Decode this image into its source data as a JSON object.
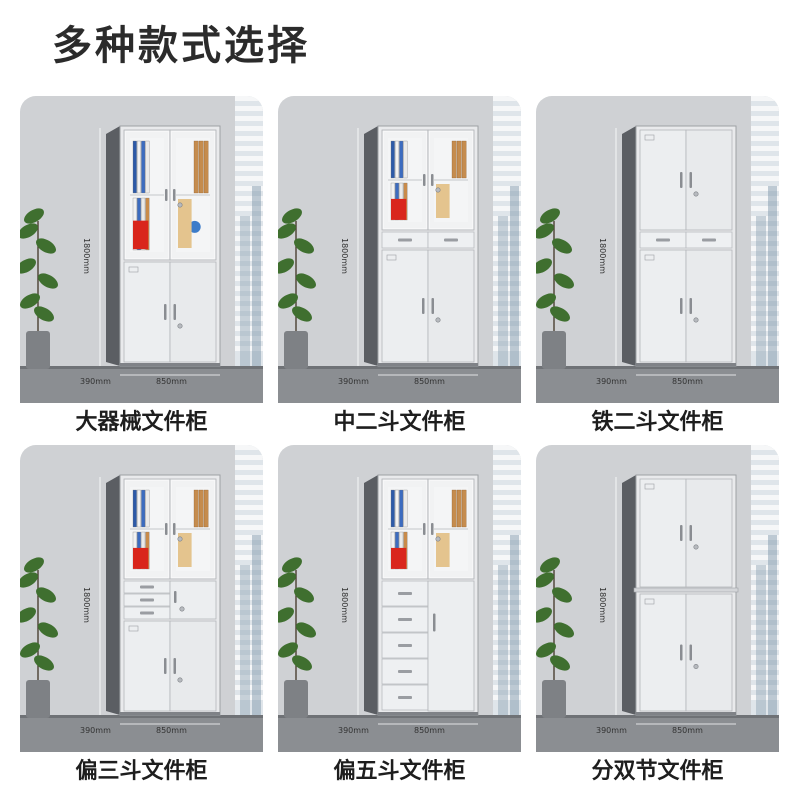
{
  "page": {
    "title": "多种款式选择"
  },
  "dimensions": {
    "height": "1800mm",
    "depth": "390mm",
    "width": "850mm"
  },
  "colors": {
    "cabinet_body": "#e9eaec",
    "cabinet_side": "#5b5e63",
    "wall": "#cfd1d4",
    "floor": "#8b8e92",
    "flag_red": "#d9261c",
    "plant_green": "#3f6f2f"
  },
  "cabinets": [
    {
      "name": "大器械文件柜",
      "top": "glass",
      "middle": "none",
      "bottom": "double-door"
    },
    {
      "name": "中二斗文件柜",
      "top": "glass",
      "middle": "two-drawers",
      "bottom": "double-door"
    },
    {
      "name": "铁二斗文件柜",
      "top": "steel-doors",
      "middle": "two-drawers",
      "bottom": "double-door"
    },
    {
      "name": "偏三斗文件柜",
      "top": "glass",
      "middle": "three-drawers-offset",
      "bottom": "double-door"
    },
    {
      "name": "偏五斗文件柜",
      "top": "glass",
      "middle": "five-drawers-offset",
      "bottom": "single-door"
    },
    {
      "name": "分双节文件柜",
      "top": "steel-doors",
      "middle": "split",
      "bottom": "double-door"
    }
  ]
}
